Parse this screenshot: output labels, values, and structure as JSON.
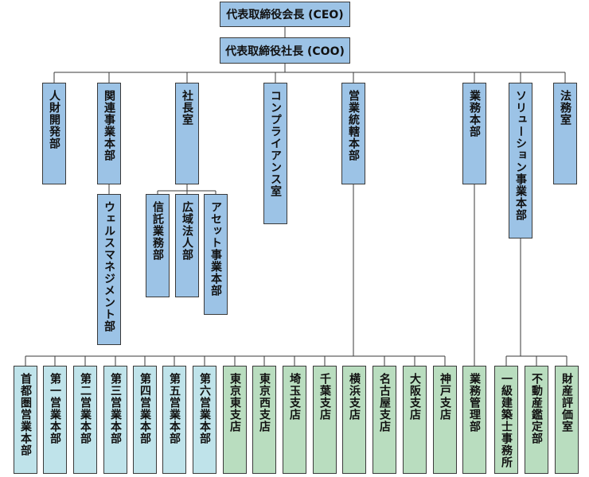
{
  "colors": {
    "blue": "#9cc3e6",
    "teal": "#bfe3ea",
    "green": "#b9ddbf",
    "line": "#3a3a3a"
  },
  "ceo": "代表取締役会長 (CEO)",
  "coo": "代表取締役社長 (COO)",
  "departments": {
    "hr": "人財開発部",
    "related": "関連事業本部",
    "president_office": "社長室",
    "compliance": "コンプライアンス室",
    "sales_hq": "営業統轄本部",
    "ops": "業務本部",
    "solutions": "ソリューション事業本部",
    "legal": "法務室"
  },
  "sub_units": {
    "wealth": "ウェルスマネジメント部",
    "trust": "信託業務部",
    "regional": "広域法人部",
    "asset": "アセット事業本部"
  },
  "sales_divisions": [
    "首都圏営業本部",
    "第一営業本部",
    "第二営業本部",
    "第三営業本部",
    "第四営業本部",
    "第五営業本部",
    "第六営業本部"
  ],
  "branches": [
    "東京東支店",
    "東京西支店",
    "埼玉支店",
    "千葉支店",
    "横浜支店",
    "名古屋支店",
    "大阪支店",
    "神戸支店"
  ],
  "ops_units": [
    "業務管理部"
  ],
  "solution_units": [
    "一級建築士事務所",
    "不動産鑑定部",
    "財産評価室"
  ]
}
